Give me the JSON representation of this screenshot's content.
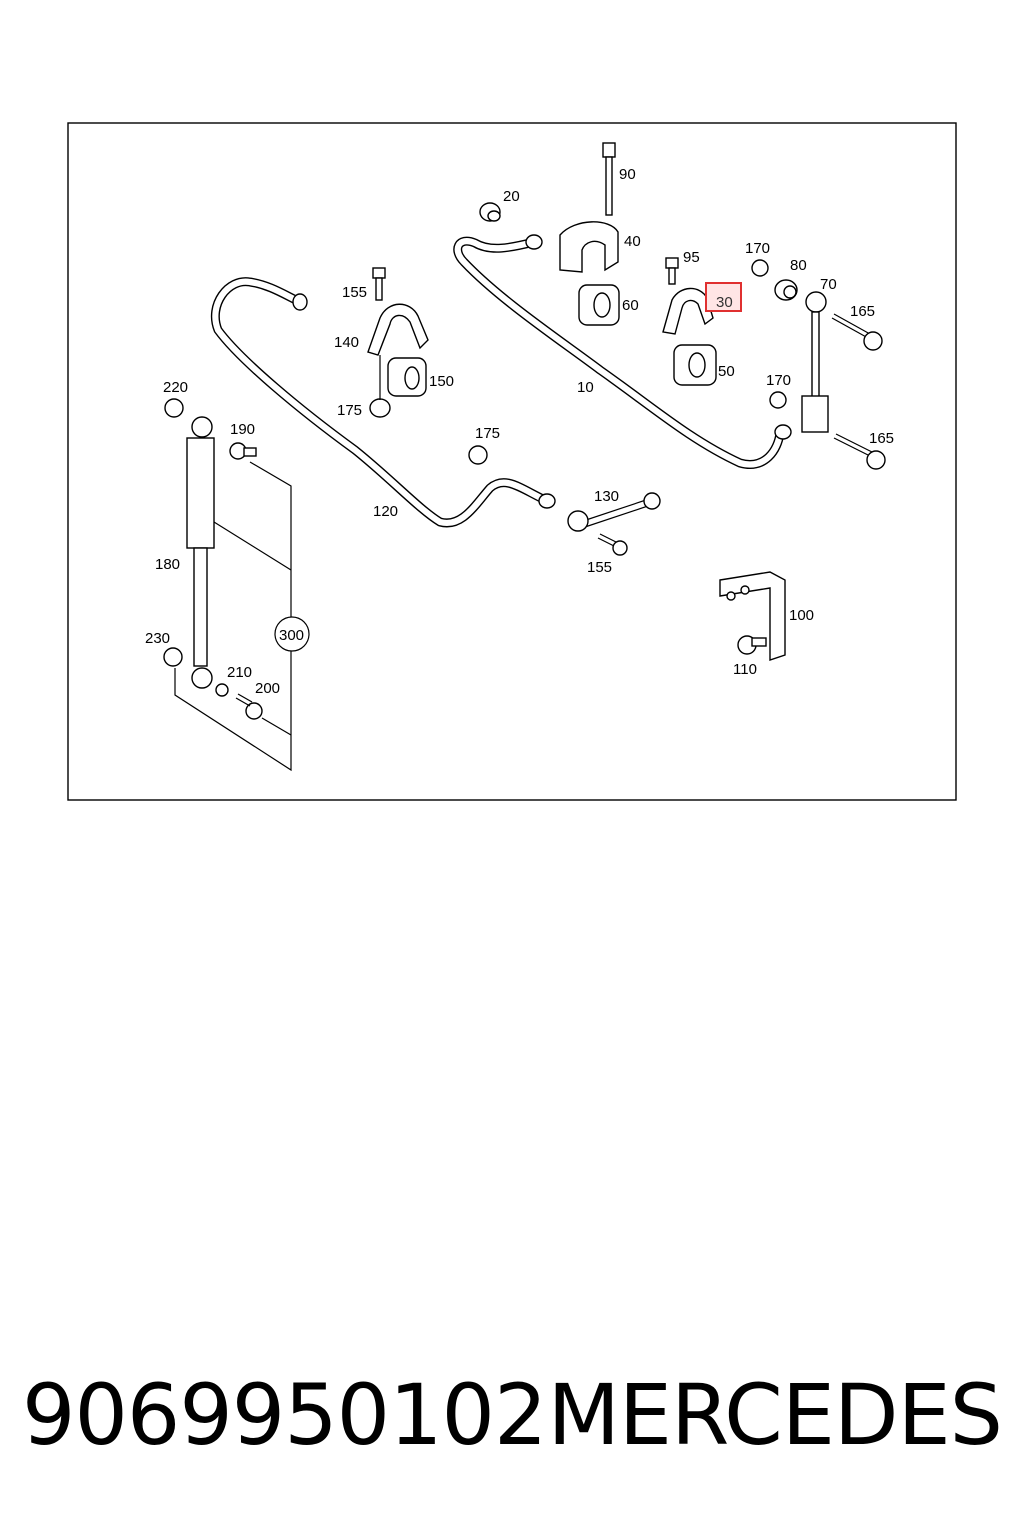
{
  "diagram": {
    "labels": {
      "l10": "10",
      "l20": "20",
      "l30": "30",
      "l40": "40",
      "l50": "50",
      "l60": "60",
      "l70": "70",
      "l80": "80",
      "l90": "90",
      "l95": "95",
      "l100": "100",
      "l110": "110",
      "l120": "120",
      "l130": "130",
      "l140": "140",
      "l150": "150",
      "l155a": "155",
      "l155b": "155",
      "l165a": "165",
      "l165b": "165",
      "l170a": "170",
      "l170b": "170",
      "l175a": "175",
      "l175b": "175",
      "l180": "180",
      "l190": "190",
      "l200": "200",
      "l210": "210",
      "l220": "220",
      "l230": "230",
      "l300": "300"
    },
    "highlight_color": "#e03030"
  },
  "footer": {
    "part_number": "9069950102",
    "brand": "MERCEDES"
  }
}
